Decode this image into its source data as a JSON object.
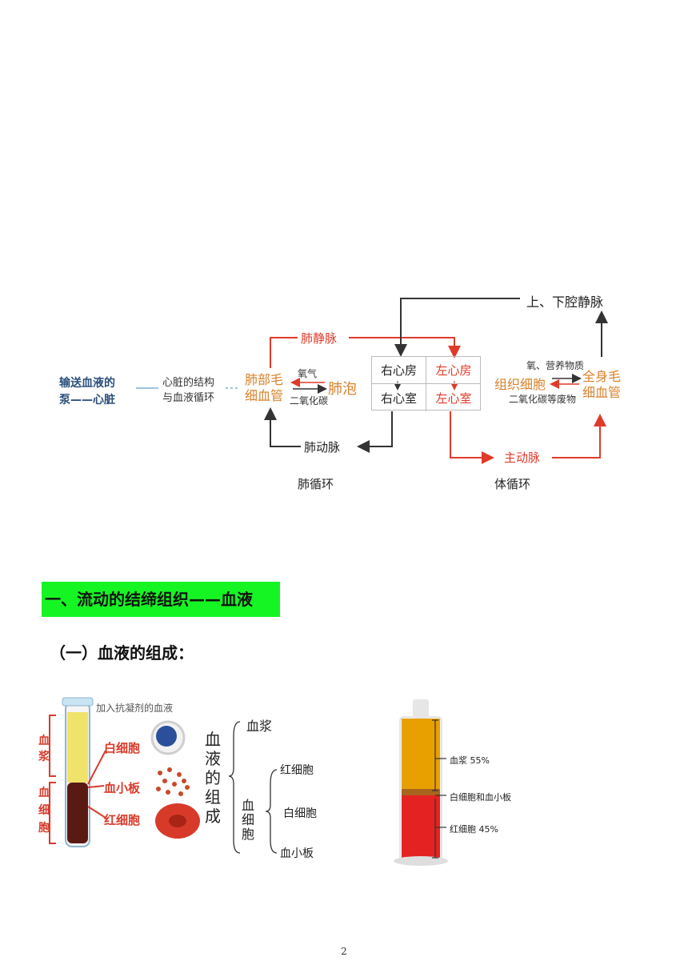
{
  "diagram": {
    "heart_label": "输送血液的\n泵——心脏",
    "heart_structure": "心脏的结构\n与血液循环",
    "lung_capillaries": "肺部毛\n细血管",
    "alveoli": "肺泡",
    "oxygen": "氧气",
    "co2": "二氧化碳",
    "pulmonary_vein": "肺静脉",
    "pulmonary_artery": "肺动脉",
    "pulmonary_circulation": "肺循环",
    "systemic_circulation": "体循环",
    "vena_cava": "上、下腔静脉",
    "aorta": "主动脉",
    "tissue_cells": "组织细胞",
    "body_capillaries": "全身毛\n细血管",
    "nutrients": "氧、营养物质",
    "waste": "二氧化碳等废物",
    "right_atrium": "右心房",
    "left_atrium": "左心房",
    "right_ventricle": "右心室",
    "left_ventricle": "左心室"
  },
  "section": {
    "title": "一、流动的结缔组织——血液",
    "subtitle": "（一）血液的组成："
  },
  "blood_image": {
    "caption": "加入抗凝剂的血液",
    "plasma": "血\n浆",
    "cells": "血\n细\n胞",
    "wbc": "白细胞",
    "platelet": "血小板",
    "rbc": "红细胞"
  },
  "tree": {
    "root": "血\n液\n的\n组\n成",
    "plasma": "血浆",
    "cells": "血\n细\n胞",
    "rbc": "红细胞",
    "wbc": "白细胞",
    "platelet": "血小板"
  },
  "tube": {
    "plasma_label": "血浆  55%",
    "middle_label": "白细胞和血小板",
    "rbc_label": "红细胞  45%"
  },
  "footer": {
    "page_number": "2"
  }
}
